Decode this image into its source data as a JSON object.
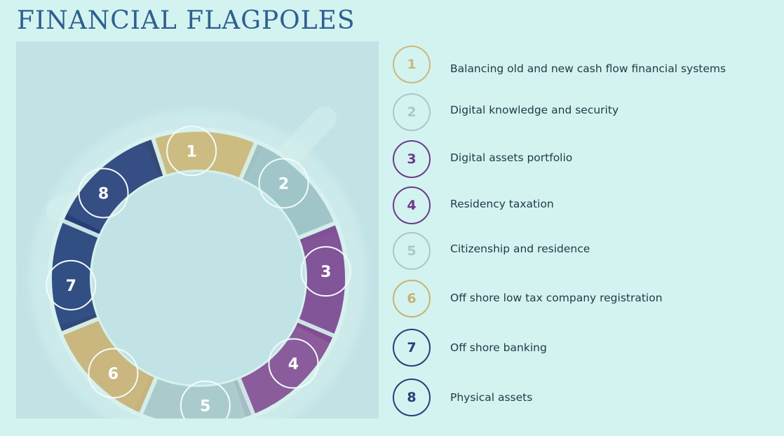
{
  "title": "FINANCIAL FLAGPOLES",
  "segments": [
    {
      "number": "1",
      "color": "#cdb877"
    },
    {
      "number": "2",
      "color": "#9cc2c6"
    },
    {
      "number": "3",
      "color": "#7b4490"
    },
    {
      "number": "4",
      "color": "#834d93"
    },
    {
      "number": "5",
      "color": "#a7c8c8"
    },
    {
      "number": "6",
      "color": "#c9b274"
    },
    {
      "number": "7",
      "color": "#223f7a"
    },
    {
      "number": "8",
      "color": "#253e78"
    }
  ],
  "legend": [
    {
      "number": "1",
      "text": "Balancing old and new cash flow financial systems",
      "color": "#cdb877"
    },
    {
      "number": "2",
      "text": " Digital knowledge and security",
      "color": "#a9c8cb"
    },
    {
      "number": "3",
      "text": " Digital assets portfolio",
      "color": "#6d3a86"
    },
    {
      "number": "4",
      "text": "Residency taxation",
      "color": "#6d3a86"
    },
    {
      "number": "5",
      "text": "Citizenship and residence",
      "color": "#a9c8cb"
    },
    {
      "number": "6",
      "text": "Off shore low tax company registration",
      "color": "#c9b274"
    },
    {
      "number": "7",
      "text": "Off shore banking",
      "color": "#243f78"
    },
    {
      "number": "8",
      "text": "Physical assets",
      "color": "#243f78"
    }
  ]
}
